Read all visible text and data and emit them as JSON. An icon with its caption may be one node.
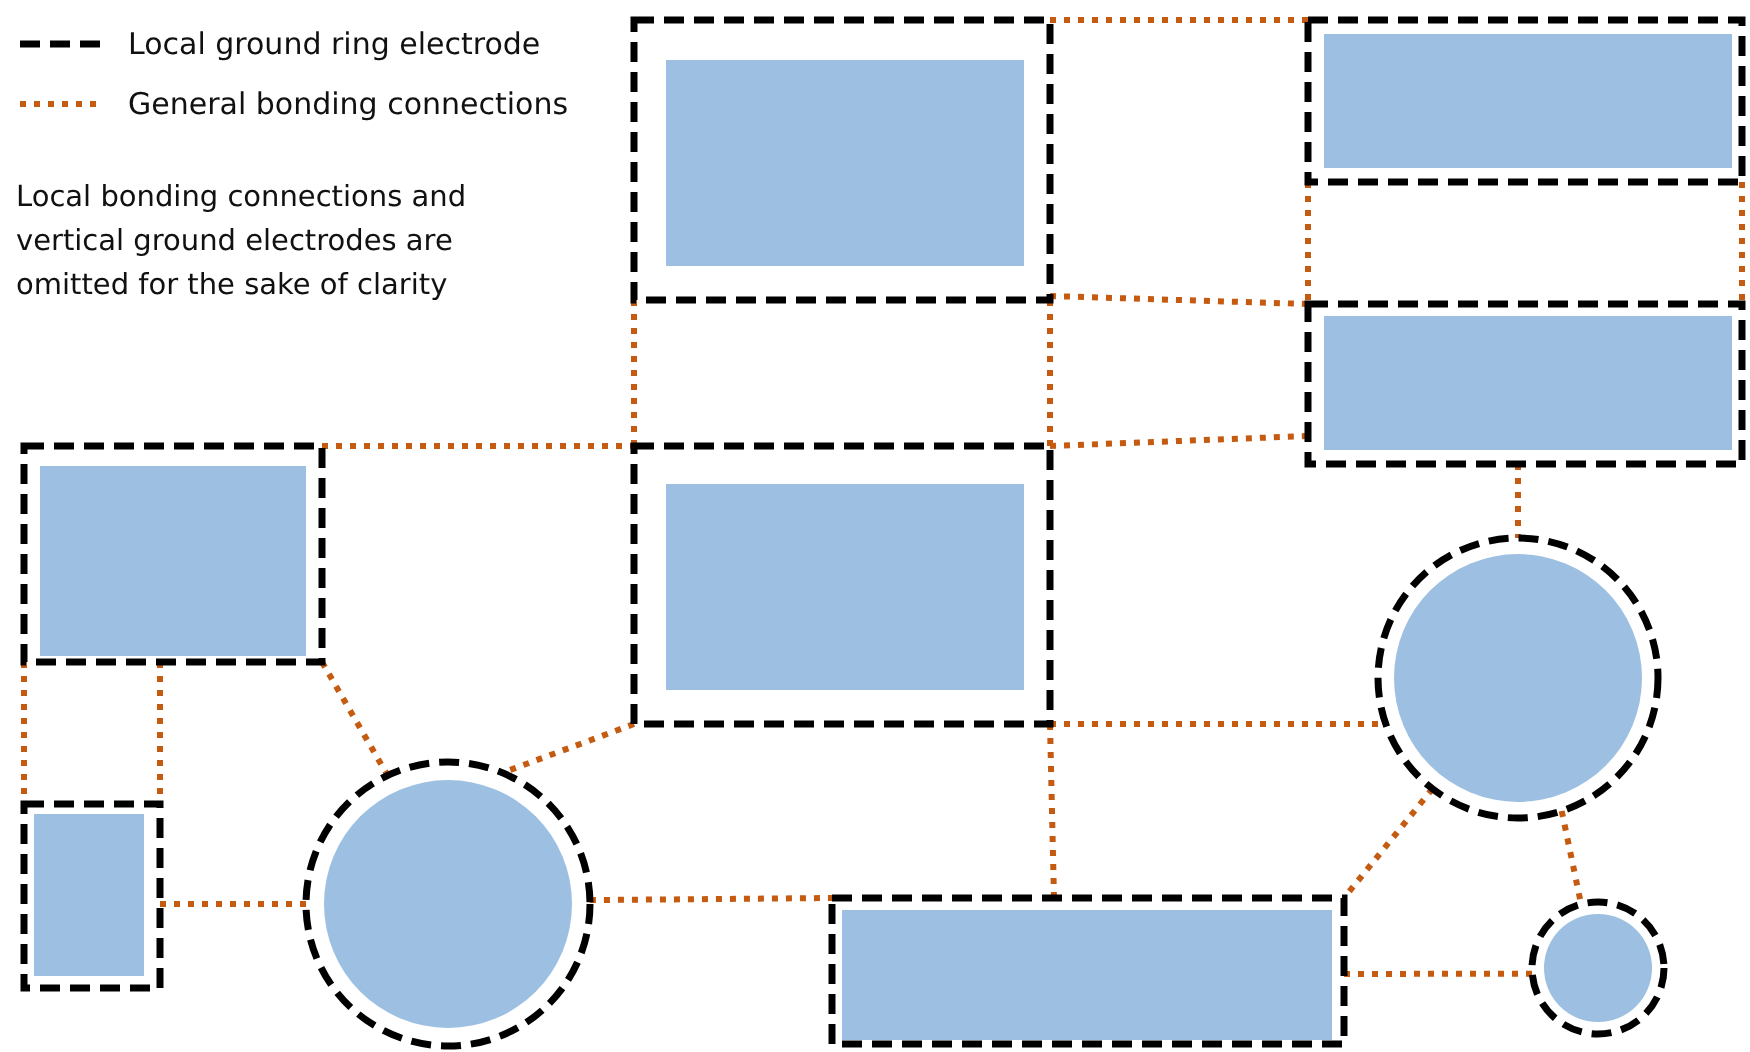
{
  "diagram": {
    "nodes": [
      {
        "text": [],
        "shape": "box"
      },
      {
        "text": [],
        "shape": "box",
        "in": 0
      },
      {
        "text": [],
        "shape": "box"
      },
      {
        "text": [],
        "shape": "box",
        "in": 2
      },
      {
        "text": [],
        "shape": "box"
      },
      {
        "text": [],
        "shape": "box",
        "in": 4
      },
      {
        "text": [],
        "shape": "box"
      },
      {
        "text": [],
        "shape": "box",
        "in": 6
      },
      {
        "text": [],
        "shape": "box"
      },
      {
        "text": [],
        "shape": "box",
        "in": 8
      },
      {
        "text": [],
        "shape": "box"
      },
      {
        "text": [],
        "shape": "box",
        "in": 10
      },
      {
        "text": [],
        "shape": "circle"
      },
      {
        "text": [],
        "shape": "circle",
        "in": 12
      },
      {
        "text": [],
        "shape": "circle"
      },
      {
        "text": [],
        "shape": "circle",
        "in": 14
      },
      {
        "text": [],
        "shape": "box"
      },
      {
        "text": [],
        "shape": "box",
        "in": 16
      },
      {
        "text": [],
        "shape": "circle"
      },
      {
        "text": [],
        "shape": "circle",
        "in": 18
      }
    ],
    "edges": [
      {
        "from": 0,
        "to": 2,
        "arrow": "none"
      },
      {
        "from": 0,
        "to": 4,
        "arrow": "none"
      },
      {
        "from": 2,
        "to": 4,
        "arrow": "none"
      },
      {
        "from": 2,
        "to": 4,
        "arrow": "none"
      },
      {
        "from": 0,
        "to": 8,
        "arrow": "none"
      },
      {
        "from": 0,
        "to": 8,
        "arrow": "none"
      },
      {
        "from": 8,
        "to": 4,
        "arrow": "none"
      },
      {
        "from": 6,
        "to": 8,
        "arrow": "none"
      },
      {
        "from": 4,
        "to": 14,
        "arrow": "none"
      },
      {
        "from": 8,
        "to": 14,
        "arrow": "none"
      },
      {
        "from": 8,
        "to": 16,
        "arrow": "none"
      },
      {
        "from": 8,
        "to": 12,
        "arrow": "none"
      },
      {
        "from": 6,
        "to": 12,
        "arrow": "none"
      },
      {
        "from": 6,
        "to": 10,
        "arrow": "none"
      },
      {
        "from": 6,
        "to": 10,
        "arrow": "none"
      },
      {
        "from": 10,
        "to": 12,
        "arrow": "none"
      },
      {
        "from": 12,
        "to": 16,
        "arrow": "none"
      },
      {
        "from": 14,
        "to": 16,
        "arrow": "none"
      },
      {
        "from": 14,
        "to": 18,
        "arrow": "none"
      },
      {
        "from": 16,
        "to": 18,
        "arrow": "none"
      }
    ],
    "labels": [
      "Local bonding connections and vertical ground electrodes are omitted for the sake of clarity"
    ],
    "legend": [
      {
        "text": "Local ground ring electrode"
      },
      {
        "text": "General bonding connections"
      }
    ]
  }
}
